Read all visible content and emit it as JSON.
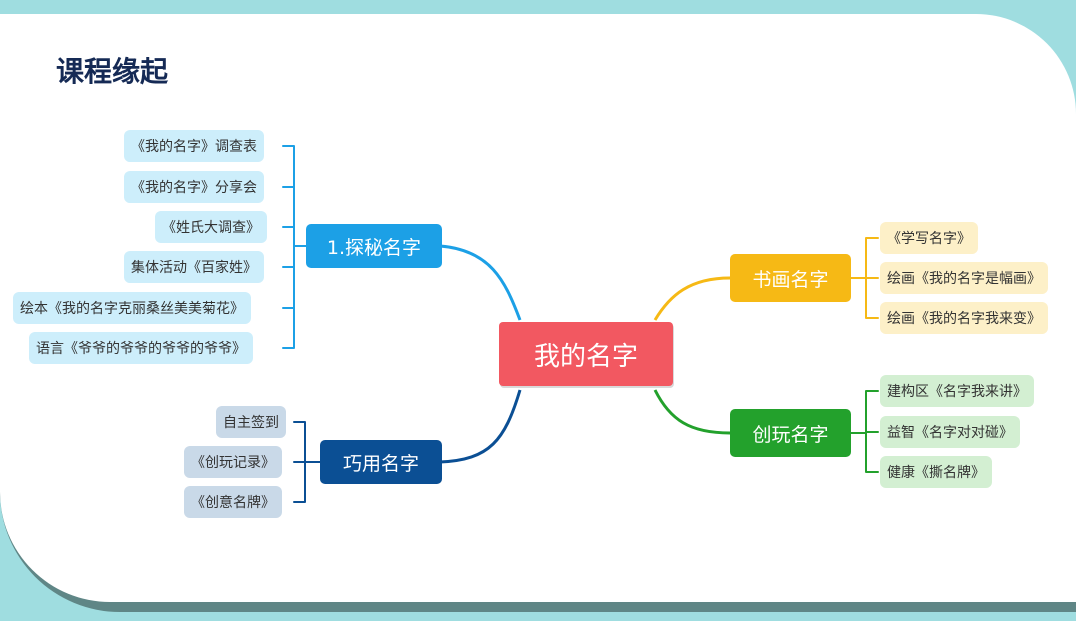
{
  "page": {
    "title": "课程缘起"
  },
  "mindmap": {
    "root": {
      "label": "我的名字",
      "color": "#f25861"
    },
    "branches": [
      {
        "label": "1.探秘名字",
        "color": "#1ca0e6",
        "leaves": [
          "《我的名字》调查表",
          "《我的名字》分享会",
          "《姓氏大调查》",
          "集体活动《百家姓》",
          "绘本《我的名字克丽桑丝美美菊花》",
          "语言《爷爷的爷爷的爷爷的爷爷》"
        ]
      },
      {
        "label": "巧用名字",
        "color": "#0b4f94",
        "leaves": [
          "自主签到",
          "《创玩记录》",
          "《创意名牌》"
        ]
      },
      {
        "label": "书画名字",
        "color": "#f6b915",
        "leaves": [
          "《学写名字》",
          "绘画《我的名字是幅画》",
          "绘画《我的名字我来变》"
        ]
      },
      {
        "label": "创玩名字",
        "color": "#23a12c",
        "leaves": [
          "建构区《名字我来讲》",
          "益智《名字对对碰》",
          "健康《撕名牌》"
        ]
      }
    ]
  }
}
